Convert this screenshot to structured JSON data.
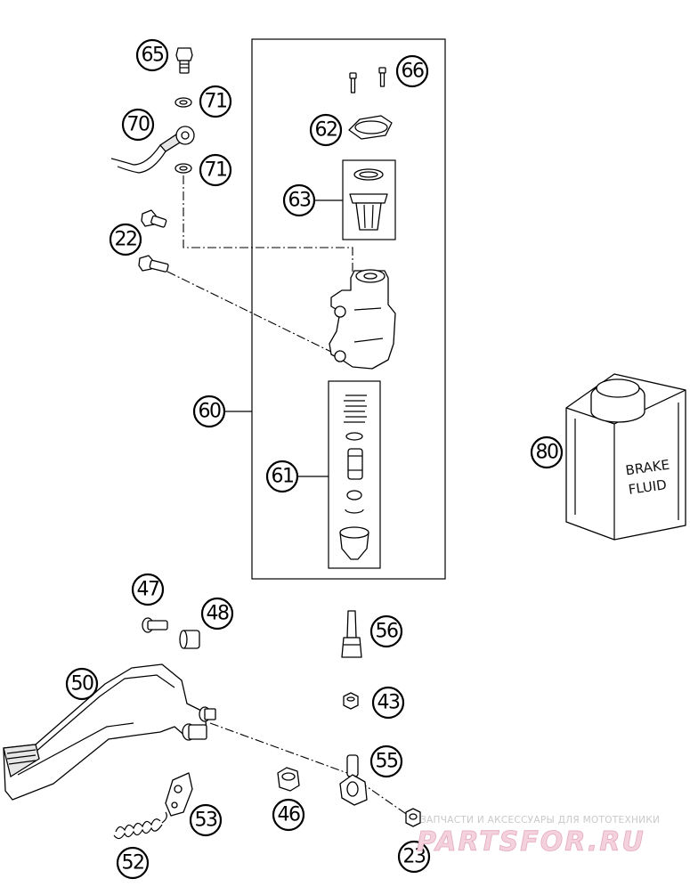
{
  "callouts": {
    "p65": "65",
    "p71a": "71",
    "p70": "70",
    "p71b": "71",
    "p22": "22",
    "p66": "66",
    "p62": "62",
    "p63": "63",
    "p60": "60",
    "p61": "61",
    "p80": "80",
    "p47": "47",
    "p48": "48",
    "p56": "56",
    "p50": "50",
    "p43": "43",
    "p55": "55",
    "p46": "46",
    "p53": "53",
    "p52": "52",
    "p23": "23"
  },
  "brake_fluid_can": {
    "line1": "BRAKE",
    "line2": "FLUID"
  },
  "watermark": {
    "caption": "ЗАПЧАСТИ И АКСЕССУАРЫ ДЛЯ МОТОТЕХНИКИ",
    "logo": "PARTSFOR.RU"
  },
  "colors": {
    "line": "#000000",
    "background": "#ffffff",
    "watermark_logo": "#f3d1dd",
    "watermark_caption": "#c9c9c9"
  }
}
